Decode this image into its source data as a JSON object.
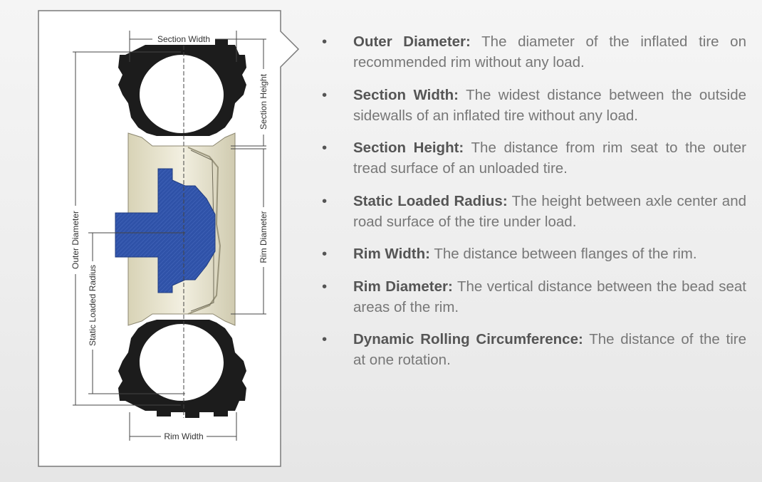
{
  "diagram": {
    "labels": {
      "section_width": "Section Width",
      "section_height": "Section Height",
      "outer_diameter": "Outer Diameter",
      "rim_diameter": "Rim Diameter",
      "static_loaded_radius": "Static Loaded Radius",
      "rim_width": "Rim Width"
    }
  },
  "definitions": [
    {
      "term": "Outer Diameter:",
      "text": "The diameter of the inflated tire on recommended rim without any load."
    },
    {
      "term": "Section Width:",
      "text": "The widest distance between the outside sidewalls of an inflated tire without any load."
    },
    {
      "term": "Section Height:",
      "text": "The distance from rim seat to the outer tread surface of an unloaded tire."
    },
    {
      "term": "Static Loaded Radius:",
      "text": "The height between axle center and road surface of the tire under load."
    },
    {
      "term": "Rim Width:",
      "text": "The distance between flanges of the rim."
    },
    {
      "term": "Rim Diameter:",
      "text": "The vertical distance between the bead seat areas of the rim."
    },
    {
      "term": "Dynamic Rolling Circumference:",
      "text": "The distance of the tire at one rotation."
    }
  ],
  "bullet_glyph": "•",
  "colors": {
    "hub_blue": "#2f52a8",
    "tire_black": "#1c1c1c",
    "rim_cream": "#e6e2cc",
    "frame_border": "#7a7a7a",
    "term_text": "#555555",
    "body_text": "#777777"
  }
}
